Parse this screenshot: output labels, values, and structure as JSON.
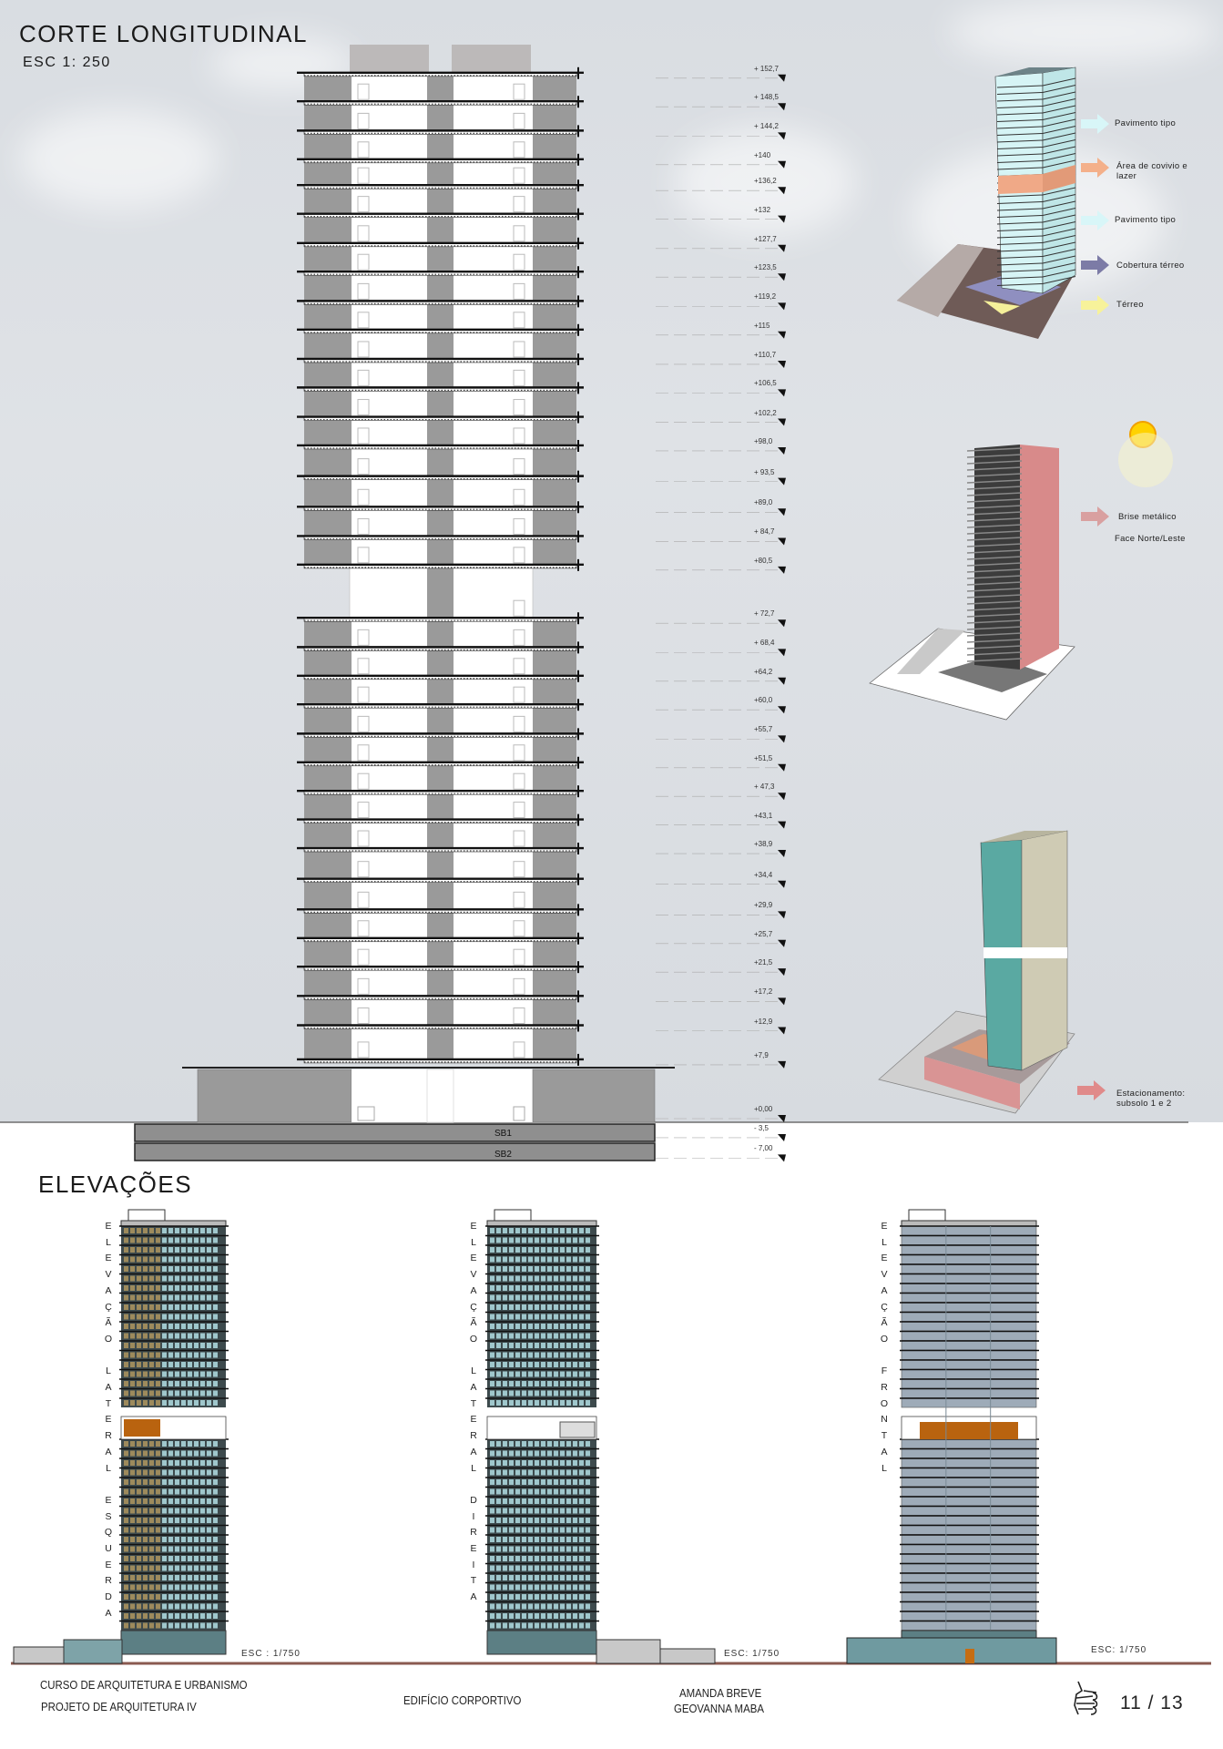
{
  "section": {
    "title": "CORTE LONGITUDINAL",
    "scale": "ESC 1: 250",
    "levels_upper": [
      "+ 152,7",
      "+ 148,5",
      "+ 144,2",
      "+140",
      "+136,2",
      "+132",
      "+127,7",
      "+123,5",
      "+119,2",
      "+115",
      "+110,7",
      "+106,5",
      "+102,2",
      "+98,0",
      "+ 93,5",
      "+89,0",
      "+ 84,7",
      "+80,5"
    ],
    "levels_lower": [
      "+ 72,7",
      "+ 68,4",
      "+64,2",
      "+60,0",
      "+55,7",
      "+51,5",
      "+ 47,3",
      "+43,1",
      "+38,9",
      "+34,4",
      "+29,9",
      "+25,7",
      "+21,5",
      "+17,2",
      "+12,9",
      "+7,9"
    ],
    "levels_ground": [
      "+0,00",
      "- 3,5",
      "- 7,00"
    ],
    "level_values_upper": [
      152.7,
      148.5,
      144.2,
      140,
      136.2,
      132,
      127.7,
      123.5,
      119.2,
      115,
      110.7,
      106.5,
      102.2,
      98.0,
      93.5,
      89.0,
      84.7,
      80.5
    ],
    "level_values_lower": [
      72.7,
      68.4,
      64.2,
      60.0,
      55.7,
      51.5,
      47.3,
      43.1,
      38.9,
      34.4,
      29.9,
      25.7,
      21.5,
      17.2,
      12.9,
      7.9
    ],
    "level_values_ground": [
      0,
      -3.5,
      -7.0
    ],
    "basements": [
      "SB1",
      "SB2"
    ]
  },
  "diagrams": {
    "program": [
      "Pavimento tipo",
      "Área de covivio e lazer",
      "Pavimento tipo",
      "Cobertura térreo",
      "Térreo"
    ],
    "program_colors": [
      "#d8f6f8",
      "#f4b08a",
      "#d8f6f8",
      "#7c7ba6",
      "#f7f29a"
    ],
    "brise": "Brise metálico",
    "face": "Face Norte/Leste",
    "parking": "Estacionamento: subsolo 1 e 2"
  },
  "elevations": {
    "title": "ELEVAÇÕES",
    "items": [
      {
        "label": "ELEVAÇÃO LATERAL ESQUERDA",
        "scale": "ESC : 1/750"
      },
      {
        "label": "ELEVAÇÃO LATERAL DIREITA",
        "scale": "ESC: 1/750"
      },
      {
        "label": "ELEVAÇÃO FRONTAL",
        "scale": "ESC: 1/750"
      }
    ]
  },
  "footer": {
    "course": "CURSO DE ARQUITETURA E URBANISMO",
    "discipline": "PROJETO DE ARQUITETURA IV",
    "project": "EDIFÍCIO CORPORTIVO",
    "author1": "AMANDA BREVE",
    "author2": "GEOVANNA MABA",
    "page": "11 / 13"
  }
}
